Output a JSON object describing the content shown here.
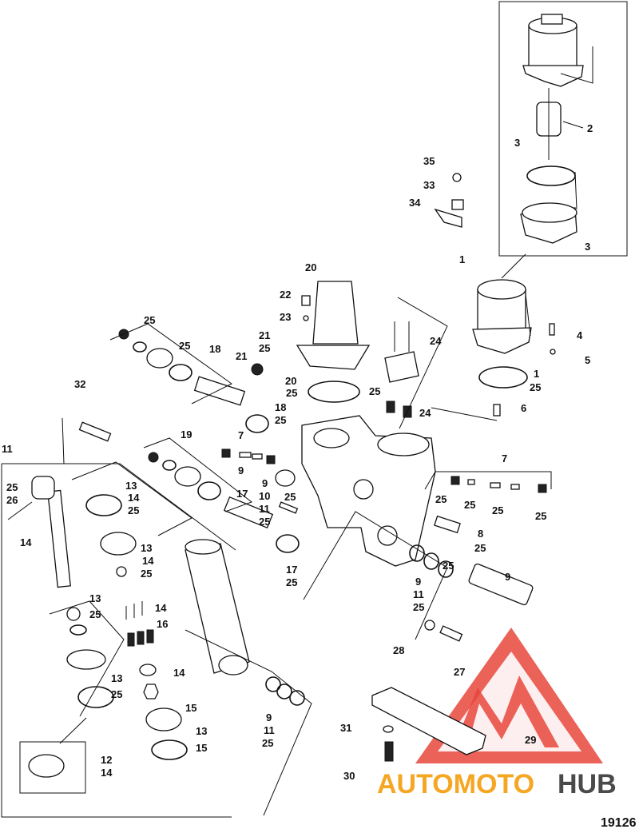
{
  "figure_number": "19126",
  "watermark": {
    "word_part1": "AUTOMOTO",
    "word_part2": "HUB",
    "color_orange": "#f5a623",
    "color_grey": "#4a4a4a",
    "color_red": "#e8463c"
  },
  "callouts": {
    "c1a": "1",
    "c1b": "1",
    "c1c": "25",
    "c2": "2",
    "c3a": "3",
    "c3b": "3",
    "c4": "4",
    "c5": "5",
    "c6": "6",
    "c7a": "7",
    "c7b": "7",
    "c8": "8",
    "c8b": "25",
    "c9a": "9",
    "c9b": "9",
    "c9c": "9",
    "c9d": "9",
    "c9e": "9",
    "c10": "10",
    "c11a": "11",
    "c11b": "11",
    "c11c": "11",
    "c11d": "11",
    "c12": "12",
    "c13a": "13",
    "c13b": "13",
    "c13c": "13",
    "c13d": "13",
    "c13e": "13",
    "c14a": "14",
    "c14b": "14",
    "c14c": "14",
    "c14d": "14",
    "c14e": "14",
    "c14f": "14",
    "c15a": "15",
    "c15b": "15",
    "c16": "16",
    "c17a": "17",
    "c17b": "17",
    "c18a": "18",
    "c18b": "18",
    "c19": "19",
    "c20a": "20",
    "c20b": "20",
    "c21a": "21",
    "c21b": "21",
    "c22": "22",
    "c23": "23",
    "c24a": "24",
    "c24b": "24",
    "c25_1": "25",
    "c25_2": "25",
    "c25_3": "25",
    "c25_4": "25",
    "c25_5": "25",
    "c25_6": "25",
    "c25_7": "25",
    "c25_8": "25",
    "c25_9": "25",
    "c25_10": "25",
    "c25_11": "25",
    "c25_12": "25",
    "c25_13": "25",
    "c25_14": "25",
    "c25_15": "25",
    "c25_16": "25",
    "c25_17": "25",
    "c25_18": "25",
    "c25_19": "25",
    "c25_20": "25",
    "c25_21": "25",
    "c26": "26",
    "c27": "27",
    "c28": "28",
    "c29": "29",
    "c30": "30",
    "c31": "31",
    "c32": "32",
    "c33": "33",
    "c34": "34",
    "c35": "35"
  }
}
